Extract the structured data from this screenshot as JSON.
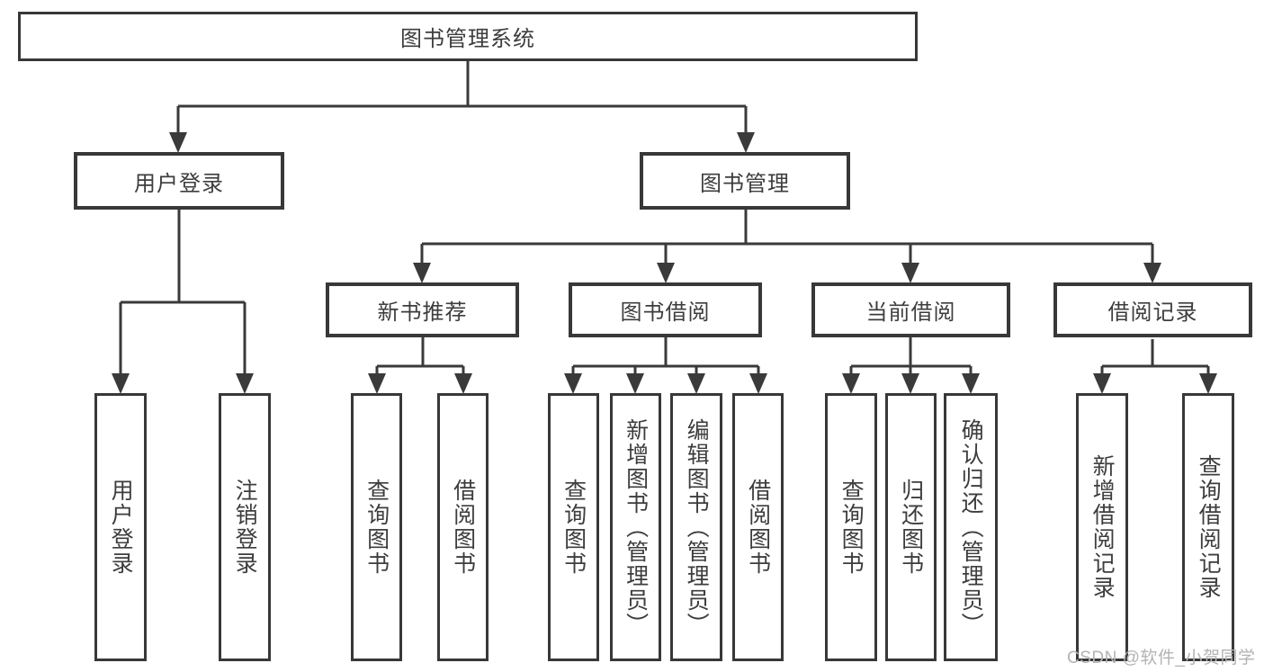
{
  "diagram": {
    "root": {
      "label": "图书管理系统"
    },
    "branches": [
      {
        "label": "用户登录",
        "children": [
          {
            "label": "用户登录"
          },
          {
            "label": "注销登录"
          }
        ]
      },
      {
        "label": "图书管理",
        "children": [
          {
            "label": "新书推荐",
            "children": [
              {
                "label": "查询图书"
              },
              {
                "label": "借阅图书"
              }
            ]
          },
          {
            "label": "图书借阅",
            "children": [
              {
                "label": "查询图书"
              },
              {
                "label": "新增图书（管理员）"
              },
              {
                "label": "编辑图书（管理员）"
              },
              {
                "label": "借阅图书"
              }
            ]
          },
          {
            "label": "当前借阅",
            "children": [
              {
                "label": "查询图书"
              },
              {
                "label": "归还图书"
              },
              {
                "label": "确认归还（管理员）"
              }
            ]
          },
          {
            "label": "借阅记录",
            "children": [
              {
                "label": "新增借阅记录"
              },
              {
                "label": "查询借阅记录"
              }
            ]
          }
        ]
      }
    ]
  },
  "watermark": {
    "text": "CSDN @软件_小贺同学"
  },
  "colors": {
    "line": "#3a3a3a",
    "border": "#383838",
    "text": "#3d3d3d",
    "watermark": "#b3b3b3",
    "background": "#ffffff"
  }
}
